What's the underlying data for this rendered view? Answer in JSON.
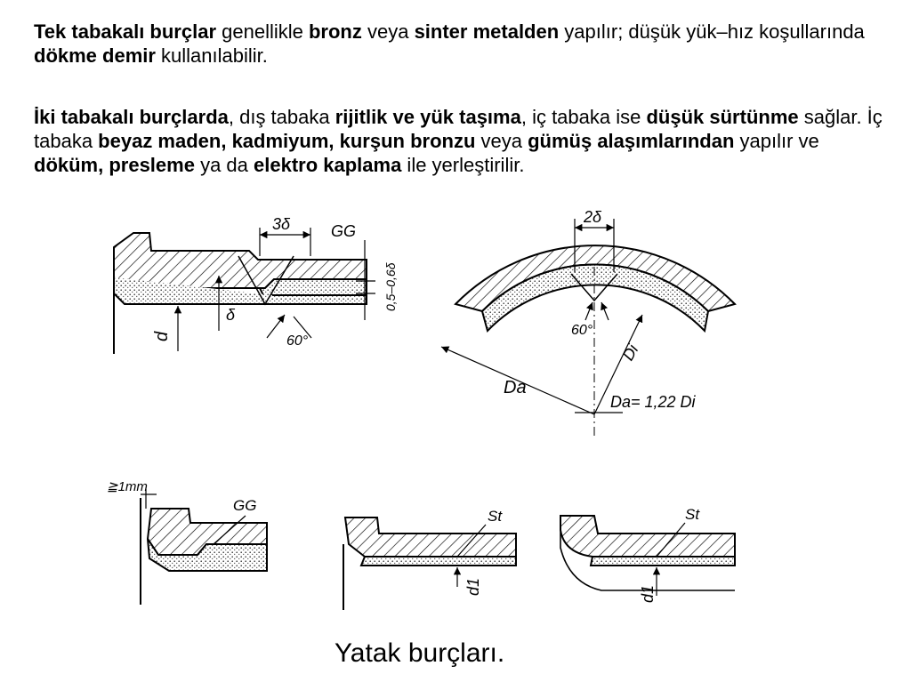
{
  "paragraph1": [
    {
      "text": "Tek tabakalı burçlar",
      "bold": true
    },
    {
      "text": " genellikle ",
      "bold": false
    },
    {
      "text": "bronz",
      "bold": true
    },
    {
      "text": " veya ",
      "bold": false
    },
    {
      "text": "sinter metalden",
      "bold": true
    },
    {
      "text": " yapılır; düşük yük–hız koşullarında ",
      "bold": false
    },
    {
      "text": "dökme demir",
      "bold": true
    },
    {
      "text": " kullanılabilir.",
      "bold": false
    }
  ],
  "paragraph2": [
    {
      "text": "İki tabakalı burçlarda",
      "bold": true
    },
    {
      "text": ", dış tabaka ",
      "bold": false
    },
    {
      "text": "rijitlik ve yük taşıma",
      "bold": true
    },
    {
      "text": ", iç tabaka ise ",
      "bold": false
    },
    {
      "text": "düşük sürtünme",
      "bold": true
    },
    {
      "text": " sağlar. İç tabaka ",
      "bold": false
    },
    {
      "text": "beyaz maden, kadmiyum, kurşun bronzu",
      "bold": true
    },
    {
      "text": " veya ",
      "bold": false
    },
    {
      "text": "gümüş alaşımlarından",
      "bold": true
    },
    {
      "text": " yapılır ve ",
      "bold": false
    },
    {
      "text": "döküm, presleme",
      "bold": true
    },
    {
      "text": " ya da ",
      "bold": false
    },
    {
      "text": "elektro kaplama",
      "bold": true
    },
    {
      "text": " ile yerleştirilir.",
      "bold": false
    }
  ],
  "figure_labels": {
    "fig1_width": "3δ",
    "fig1_material": "GG",
    "fig1_thickness": "0,5–0,6δ",
    "fig1_diameter": "d",
    "fig1_layer": "δ",
    "fig1_angle": "60°",
    "fig2_width": "2δ",
    "fig2_angle": "60°",
    "fig2_inner": "Di",
    "fig2_outer": "Da",
    "fig2_formula": "Da= 1,22 Di",
    "fig3_gap": "≧1mm",
    "fig3_material": "GG",
    "fig4_material": "St",
    "fig4_diameter": "d1",
    "fig5_material": "St",
    "fig5_diameter": "d1"
  },
  "caption": "Yatak burçları."
}
